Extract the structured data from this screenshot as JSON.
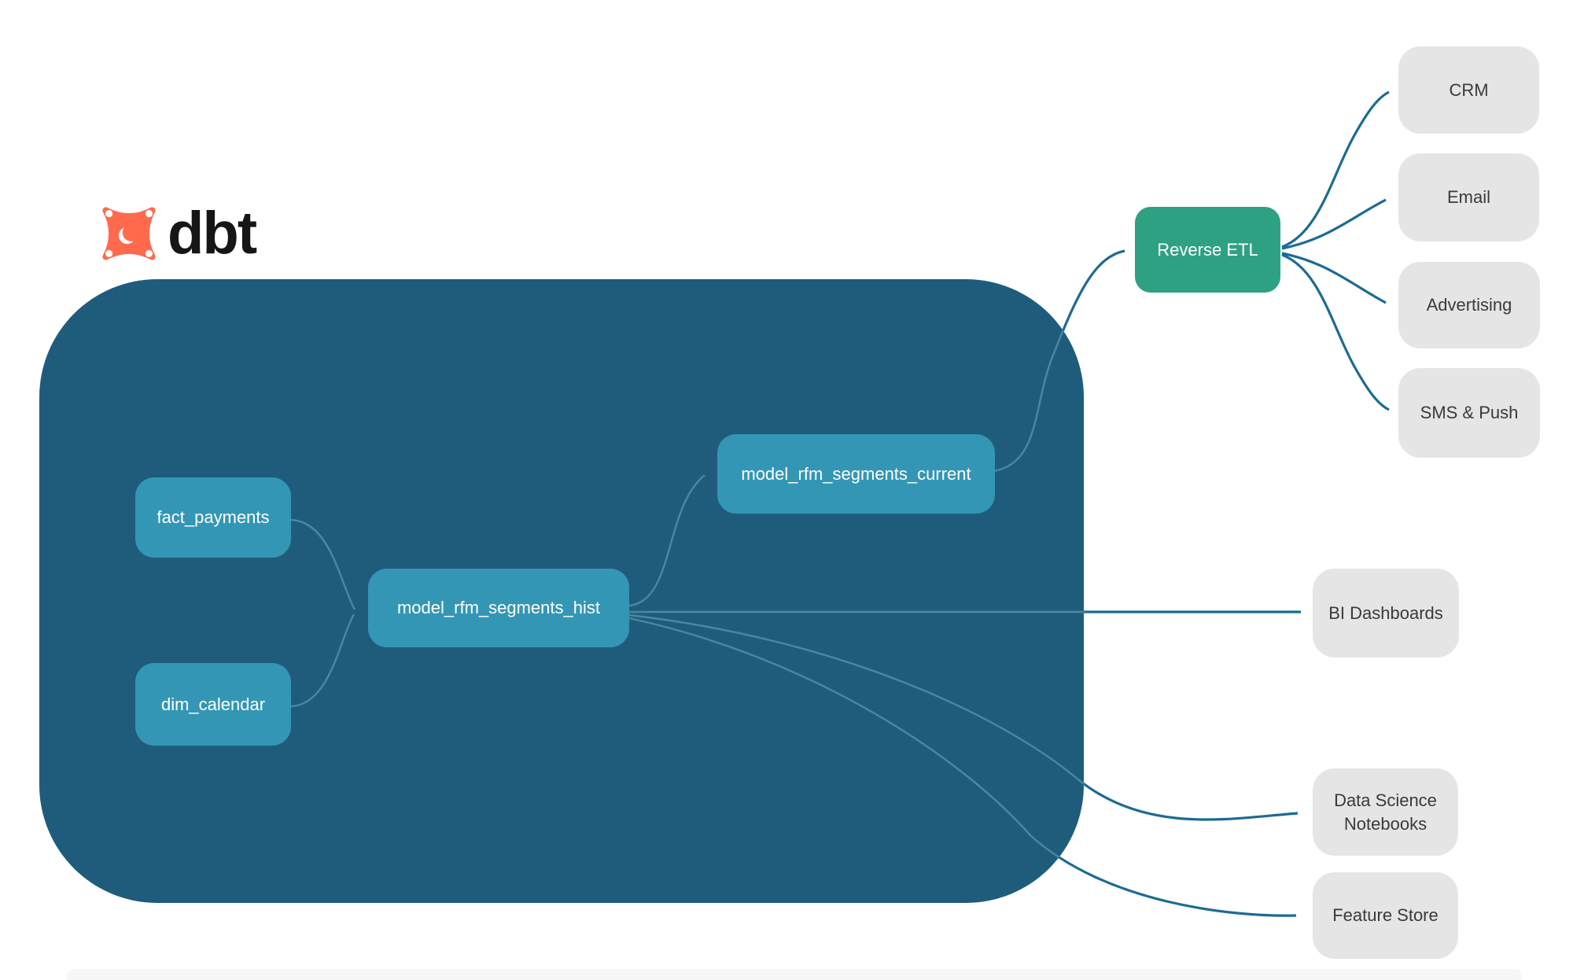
{
  "logo": {
    "word": "dbt"
  },
  "colors": {
    "container": "#1F5C7B",
    "node": "#3496B5",
    "reverse_etl": "#2EA183",
    "target": "#E5E5E5",
    "edge_outer": "#1C6B92",
    "edge_inner": "#4A87A2",
    "node_text": "#FFFFFF",
    "target_text": "#3A3A3A",
    "logo_orange": "#FF6A4D",
    "logo_text": "#161616",
    "bottom_strip": "#F7F7F8"
  },
  "nodes": {
    "fact_payments": {
      "label": "fact_payments"
    },
    "dim_calendar": {
      "label": "dim_calendar"
    },
    "model_rfm_segments_hist": {
      "label": "model_rfm_segments_hist"
    },
    "model_rfm_segments_current": {
      "label": "model_rfm_segments_current"
    },
    "reverse_etl": {
      "label": "Reverse ETL"
    }
  },
  "targets": {
    "crm": {
      "label": "CRM"
    },
    "email": {
      "label": "Email"
    },
    "advertising": {
      "label": "Advertising"
    },
    "sms_push": {
      "label": "SMS & Push"
    },
    "bi_dashboards": {
      "label": "BI Dashboards"
    },
    "data_science_notebooks": {
      "label": "Data Science Notebooks"
    },
    "feature_store": {
      "label": "Feature Store"
    }
  },
  "edges": [
    {
      "from": "fact_payments",
      "to": "model_rfm_segments_hist"
    },
    {
      "from": "dim_calendar",
      "to": "model_rfm_segments_hist"
    },
    {
      "from": "model_rfm_segments_hist",
      "to": "model_rfm_segments_current"
    },
    {
      "from": "model_rfm_segments_hist",
      "to": "BI Dashboards"
    },
    {
      "from": "model_rfm_segments_hist",
      "to": "Data Science Notebooks"
    },
    {
      "from": "model_rfm_segments_hist",
      "to": "Feature Store"
    },
    {
      "from": "model_rfm_segments_current",
      "to": "Reverse ETL"
    },
    {
      "from": "Reverse ETL",
      "to": "CRM"
    },
    {
      "from": "Reverse ETL",
      "to": "Email"
    },
    {
      "from": "Reverse ETL",
      "to": "Advertising"
    },
    {
      "from": "Reverse ETL",
      "to": "SMS & Push"
    }
  ]
}
